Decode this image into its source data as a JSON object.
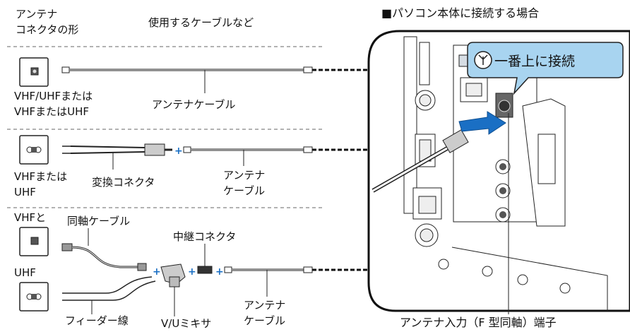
{
  "header": {
    "connector_shape_line1": "アンテナ",
    "connector_shape_line2": "コネクタの形",
    "cables_used": "使用するケーブルなど",
    "pc_case_title": "■パソコン本体に接続する場合"
  },
  "rows": [
    {
      "connector_label_line1": "VHF/UHFまたは",
      "connector_label_line2": "VHFまたはUHF",
      "cable_label": "アンテナケーブル"
    },
    {
      "connector_label_line1": "VHFまたは",
      "connector_label_line2": "UHF",
      "adapter_label": "変換コネクタ",
      "cable_label_line1": "アンテナ",
      "cable_label_line2": "ケーブル"
    },
    {
      "vhf_label": "VHFと",
      "uhf_label": "UHF",
      "coax_label": "同軸ケーブル",
      "relay_label": "中継コネクタ",
      "feeder_label": "フィーダー線",
      "mixer_label": "V/Uミキサ",
      "cable_label_line1": "アンテナ",
      "cable_label_line2": "ケーブル"
    }
  ],
  "pc": {
    "callout": "一番上に接続",
    "callout_icon": "antenna-icon",
    "port_label": "アンテナ入力（F 型同軸）端子"
  },
  "colors": {
    "arrow_blue": "#1a6fc4",
    "plus_blue": "#1a6fc4",
    "callout_fill": "#a8d4f0",
    "dash_line": "#666666"
  }
}
